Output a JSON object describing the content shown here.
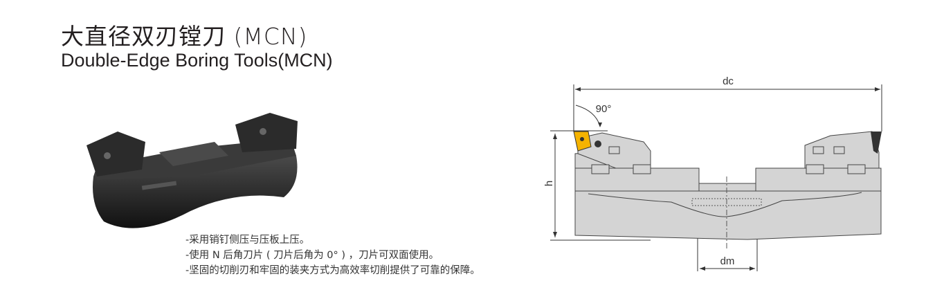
{
  "title_cn": "大直径双刃镗刀 (MCN)",
  "title_en": "Double-Edge Boring Tools(MCN)",
  "features": [
    "-采用销钉侧压与压板上压。",
    "-使用 N 后角刀片 ( 刀片后角为 0° ) ，刀片可双面使用。",
    "-坚固的切削刃和牢固的装夹方式为高效率切削提供了可靠的保障。"
  ],
  "diagram": {
    "dc_label": "dc",
    "h_label": "h",
    "dm_label": "dm",
    "angle_label": "90°"
  },
  "colors": {
    "insert": "#f5b300",
    "body": "#d4d4d4",
    "photo": "#2a2a2a"
  }
}
